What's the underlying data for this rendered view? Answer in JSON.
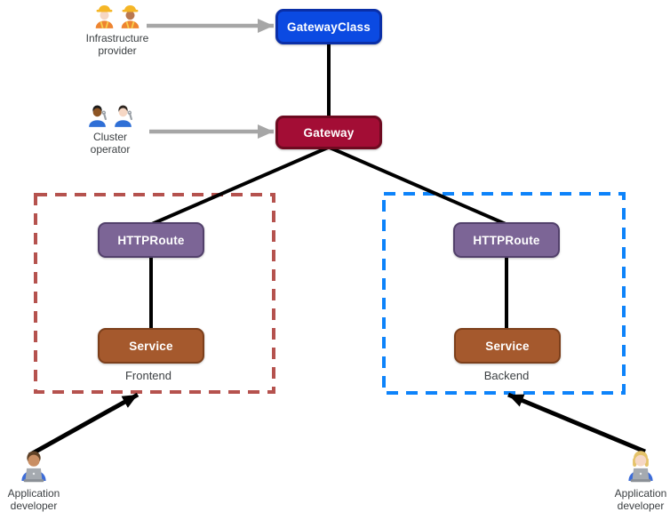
{
  "diagram": {
    "nodes": {
      "gatewayClass": {
        "label": "GatewayClass"
      },
      "gateway": {
        "label": "Gateway"
      },
      "frontendHttpRoute": {
        "label": "HTTPRoute"
      },
      "frontendService": {
        "label": "Service"
      },
      "backendHttpRoute": {
        "label": "HTTPRoute"
      },
      "backendService": {
        "label": "Service"
      }
    },
    "groups": {
      "frontend": {
        "label": "Frontend"
      },
      "backend": {
        "label": "Backend"
      }
    },
    "personas": {
      "infrastructureProvider": {
        "label": "Infrastructure provider",
        "icon": "two-construction-workers"
      },
      "clusterOperator": {
        "label": "Cluster operator",
        "icon": "two-mechanics"
      },
      "frontendDeveloper": {
        "label": "Application developer",
        "icon": "technologist-at-laptop"
      },
      "backendDeveloper": {
        "label": "Application developer",
        "icon": "technologist-at-laptop"
      }
    },
    "colors": {
      "blueFill": "#0b4ae2",
      "blueBorder": "#0a2fa8",
      "redFill": "#a30d35",
      "redBorder": "#6e0a20",
      "purpleFill": "#7c6596",
      "purpleBorder": "#52406b",
      "brownFill": "#a5592d",
      "brownBorder": "#7c3f1b",
      "frontendDash": "#b5524e",
      "backendDash": "#0d83fa",
      "edgeColor": "#000000",
      "grayArrow": "#a6a6a6",
      "labelColor": "#3c4043"
    }
  }
}
